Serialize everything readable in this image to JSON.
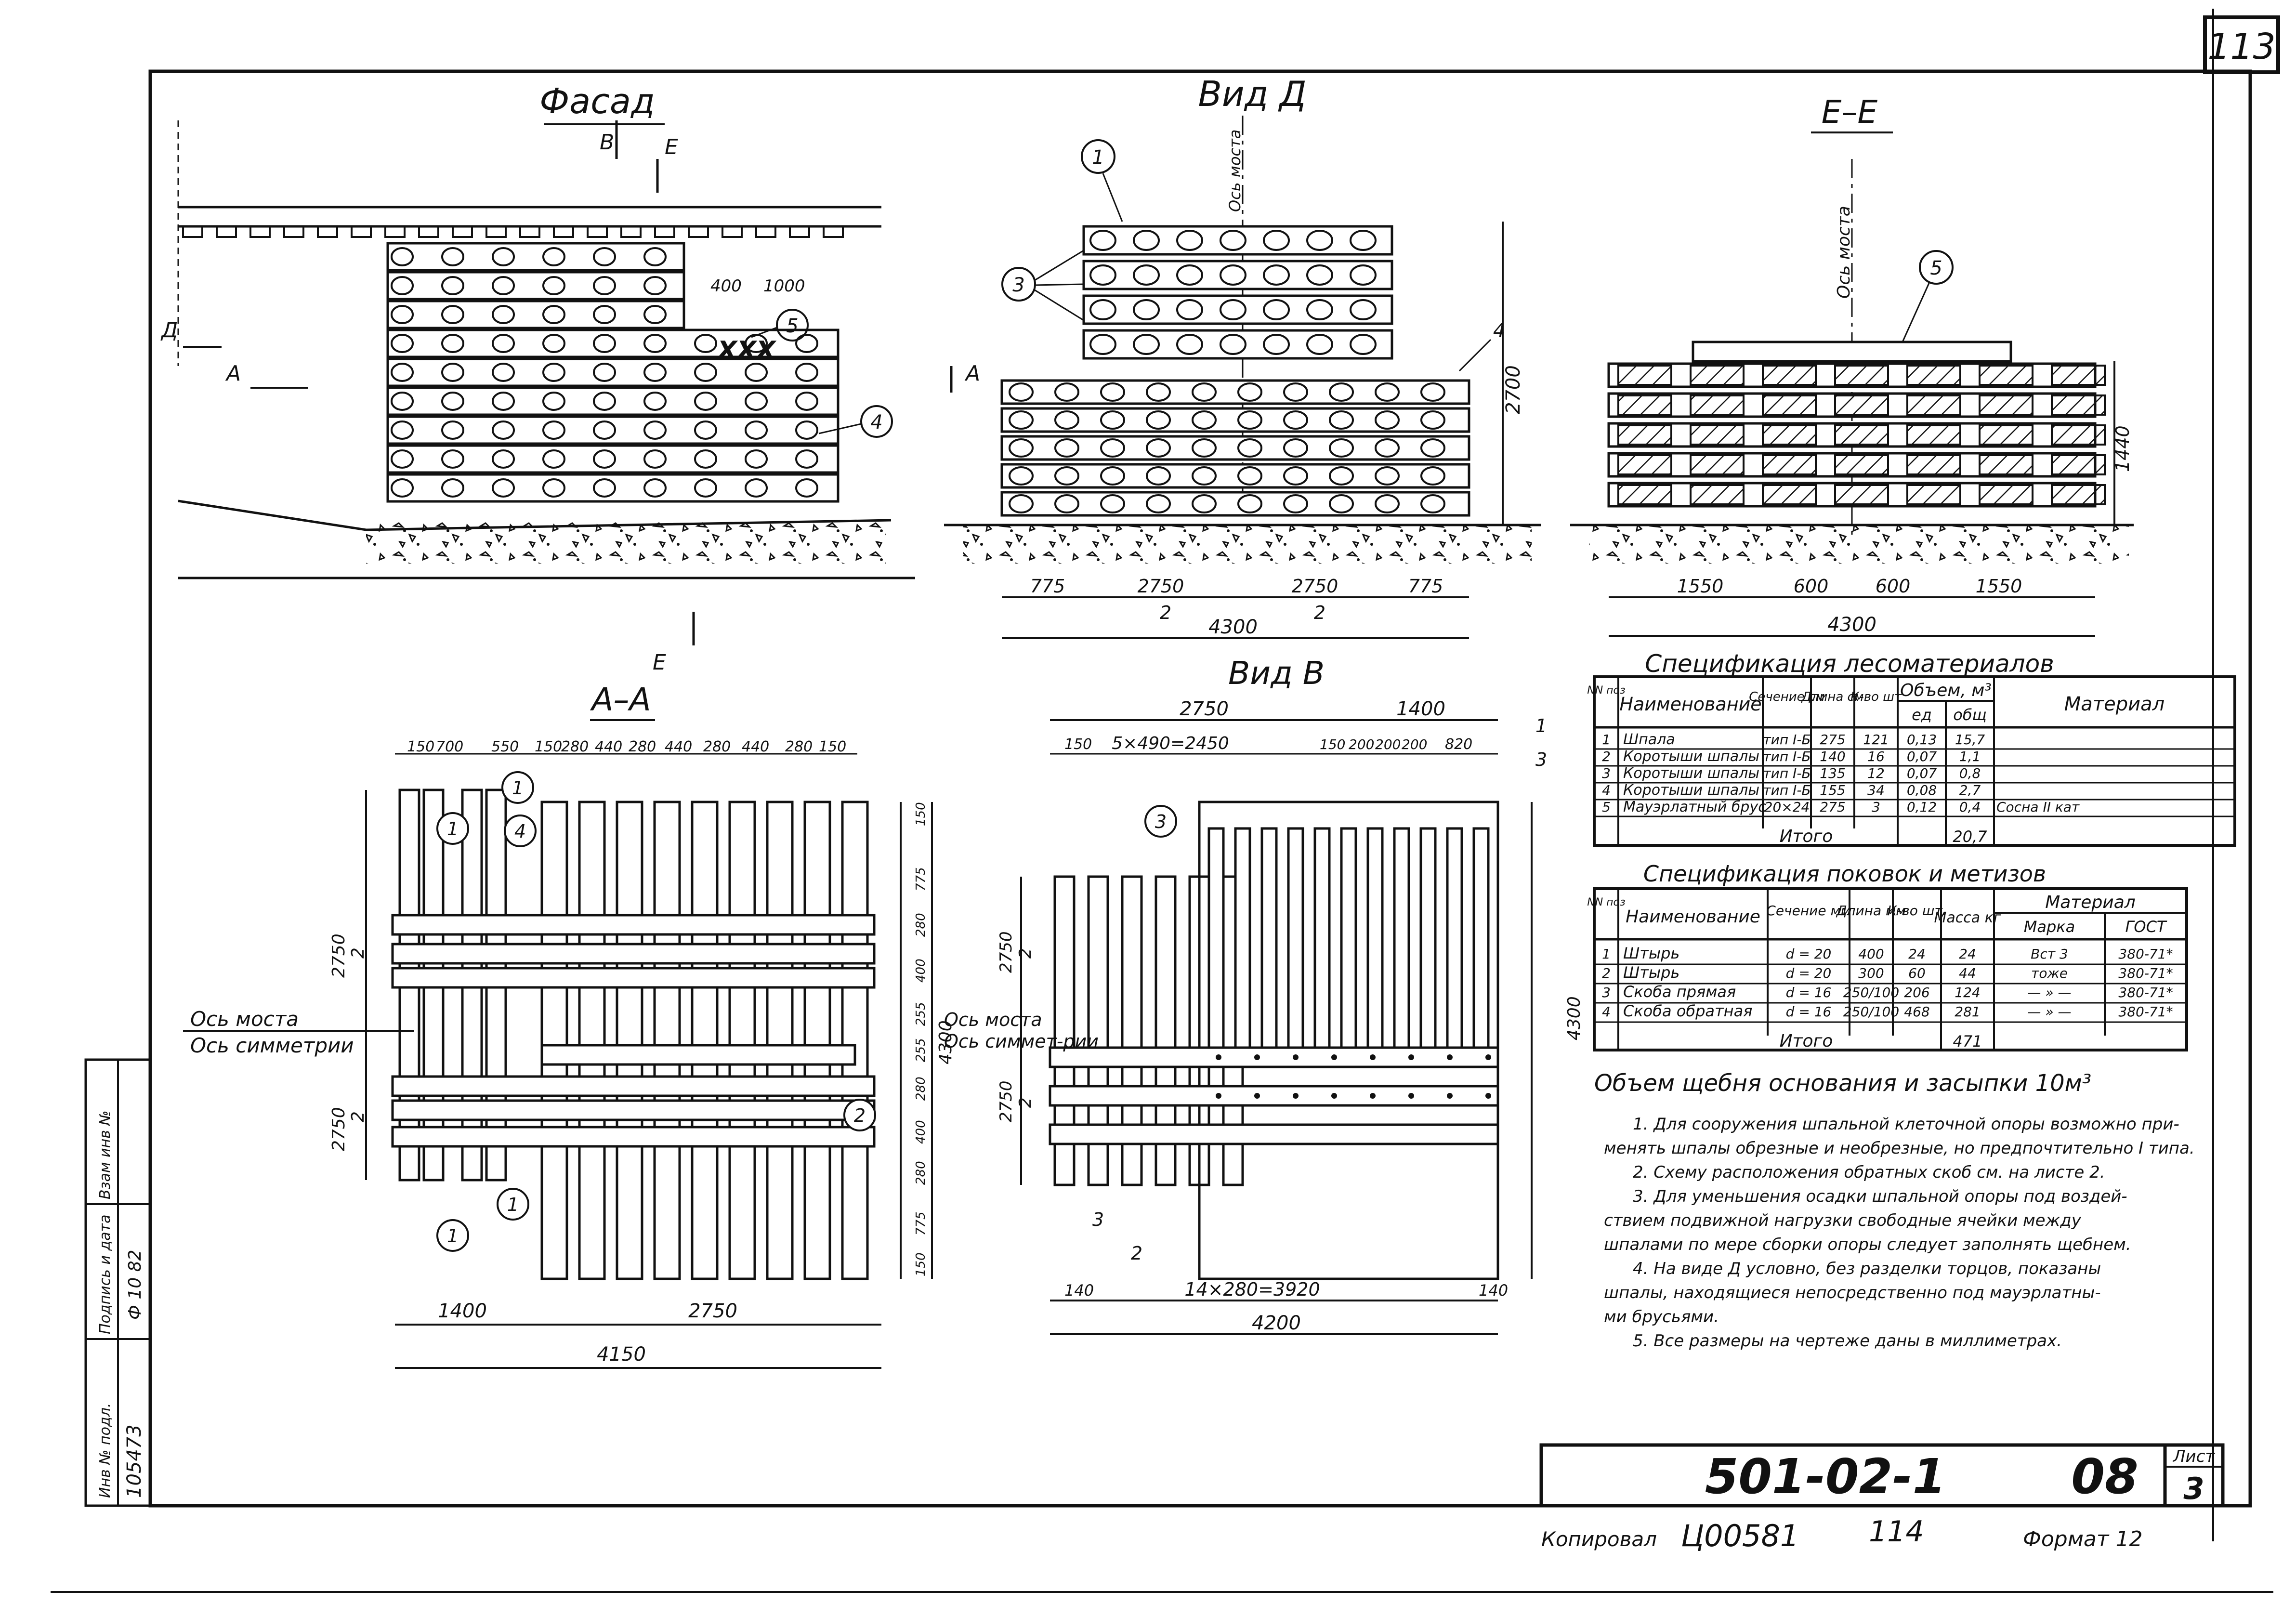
{
  "sheet_corner_number": "113",
  "views": {
    "facade": {
      "title": "Фасад",
      "cut_labels": [
        "В",
        "Е",
        "Д",
        "А",
        "Е"
      ],
      "dims": [
        "400",
        "1000"
      ],
      "callouts": [
        "4",
        "5"
      ]
    },
    "view_d": {
      "title": "Вид Д",
      "axis_label": "Ось моста",
      "height_dim": "2700",
      "cut": "А",
      "dims": [
        "775",
        "2750",
        "2750",
        "775"
      ],
      "sub_dims": [
        "2",
        "2"
      ],
      "total": "4300",
      "callouts": [
        "1",
        "3",
        "4"
      ]
    },
    "section_ee": {
      "title": "Е–Е",
      "axis_label": "Ось моста",
      "height_dim": "1440",
      "dims": [
        "1550",
        "600",
        "600",
        "1550"
      ],
      "total": "4300",
      "callouts": [
        "5"
      ]
    },
    "section_aa": {
      "title": "А–А",
      "top_dims": [
        "150",
        "700",
        "550",
        "150",
        "280",
        "440",
        "280",
        "440",
        "280",
        "440",
        "280",
        "150"
      ],
      "left_dims": [
        "2750",
        "2",
        "2750",
        "2"
      ],
      "right_dims": [
        "150",
        "775",
        "280",
        "400",
        "255",
        "255",
        "280",
        "400",
        "280",
        "775",
        "150"
      ],
      "total_height": "4300",
      "bottom_dims": [
        "1400",
        "2750"
      ],
      "total": "4150",
      "axis_bridge": "Ось моста",
      "axis_sym": "Ось симметрии",
      "callouts": [
        "1",
        "4",
        "1",
        "2",
        "1",
        "1"
      ]
    },
    "view_v": {
      "title": "Вид В",
      "top_dims": [
        "2750",
        "1400"
      ],
      "sub_dims": [
        "150",
        "5×490=2450",
        "150",
        "200",
        "200",
        "200",
        "820"
      ],
      "left_dims": [
        "2750",
        "2",
        "2750",
        "2"
      ],
      "total_height": "4300",
      "bottom_dims": [
        "140",
        "14×280=3920",
        "140"
      ],
      "total": "4200",
      "axis_bridge": "Ось моста",
      "axis_sym": "Ось симмет-рии",
      "callouts": [
        "3",
        "1",
        "3",
        "3",
        "2"
      ]
    }
  },
  "spec_wood": {
    "title": "Спецификация лесоматериалов",
    "headers": [
      "NN поз",
      "Наименование",
      "Сечение см",
      "Длина см",
      "К-во шт",
      "Объем, м³",
      "ед",
      "общ",
      "Материал"
    ],
    "rows": [
      [
        "1",
        "Шпала",
        "тип I-Б",
        "275",
        "121",
        "0,13",
        "15,7",
        ""
      ],
      [
        "2",
        "Коротыши шпалы",
        "тип I-Б",
        "140",
        "16",
        "0,07",
        "1,1",
        ""
      ],
      [
        "3",
        "Коротыши шпалы",
        "тип I-Б",
        "135",
        "12",
        "0,07",
        "0,8",
        ""
      ],
      [
        "4",
        "Коротыши шпалы",
        "тип I-Б",
        "155",
        "34",
        "0,08",
        "2,7",
        ""
      ],
      [
        "5",
        "Мауэрлатный брус",
        "20×24",
        "275",
        "3",
        "0,12",
        "0,4",
        "Сосна II кат"
      ]
    ],
    "total_label": "Итого",
    "total": "20,7"
  },
  "spec_metal": {
    "title": "Спецификация поковок и метизов",
    "headers": [
      "NN поз",
      "Наименование",
      "Сечение мм",
      "Длина мм",
      "К-во шт.",
      "Масса кг",
      "Материал",
      "Марка",
      "ГОСТ"
    ],
    "rows": [
      [
        "1",
        "Штырь",
        "d = 20",
        "400",
        "24",
        "24",
        "Вст 3",
        "380-71*"
      ],
      [
        "2",
        "Штырь",
        "d = 20",
        "300",
        "60",
        "44",
        "тоже",
        "380-71*"
      ],
      [
        "3",
        "Скоба прямая",
        "d = 16",
        "250/100",
        "206",
        "124",
        "— » —",
        "380-71*"
      ],
      [
        "4",
        "Скоба обратная",
        "d = 16",
        "250/100",
        "468",
        "281",
        "— » —",
        "380-71*"
      ]
    ],
    "total_label": "Итого",
    "total": "471"
  },
  "gravel_volume": "Объем щебня основания и засыпки 10м³",
  "notes": [
    "1. Для сооружения шпальной клеточной опоры возможно при-",
    "менять шпалы обрезные и необрезные, но предпочтительно I типа.",
    "2. Схему расположения обратных скоб см. на листе 2.",
    "3. Для уменьшения осадки шпальной опоры под воздей-",
    "ствием подвижной нагрузки свободные ячейки между",
    "шпалами по мере сборки опоры следует заполнять щебнем.",
    "4. На виде Д условно, без разделки торцов, показаны",
    "шпалы, находящиеся непосредственно под мауэрлатны-",
    "ми брусьями.",
    "5. Все размеры на чертеже даны в миллиметрах."
  ],
  "title_block": {
    "code": "501-02-1",
    "part": "08",
    "sheet_label": "Лист",
    "sheet": "3"
  },
  "footer": {
    "copied_label": "Копировал",
    "copied_code": "Ц00581",
    "copied_num": "114",
    "format_label": "Формат 12"
  },
  "side_stamp": {
    "inv_label": "Инв № подл.",
    "inv": "105473",
    "sign_label": "Подпись и дата",
    "sign": "Ф 10 82",
    "replace_label": "Взам инв №"
  }
}
